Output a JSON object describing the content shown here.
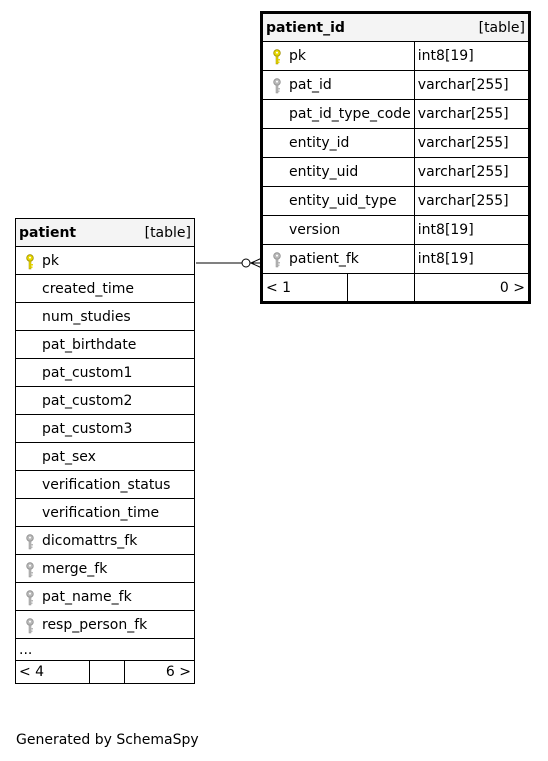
{
  "patient": {
    "name": "patient",
    "type_label": "[table]",
    "columns": [
      {
        "name": "pk",
        "key": "primary"
      },
      {
        "name": "created_time",
        "key": "none"
      },
      {
        "name": "num_studies",
        "key": "none"
      },
      {
        "name": "pat_birthdate",
        "key": "none"
      },
      {
        "name": "pat_custom1",
        "key": "none"
      },
      {
        "name": "pat_custom2",
        "key": "none"
      },
      {
        "name": "pat_custom3",
        "key": "none"
      },
      {
        "name": "pat_sex",
        "key": "none"
      },
      {
        "name": "verification_status",
        "key": "none"
      },
      {
        "name": "verification_time",
        "key": "none"
      },
      {
        "name": "dicomattrs_fk",
        "key": "foreign"
      },
      {
        "name": "merge_fk",
        "key": "foreign"
      },
      {
        "name": "pat_name_fk",
        "key": "foreign"
      },
      {
        "name": "resp_person_fk",
        "key": "foreign"
      }
    ],
    "more": "...",
    "nav_left": "< 4",
    "nav_right": "6 >"
  },
  "patient_id": {
    "name": "patient_id",
    "type_label": "[table]",
    "columns": [
      {
        "name": "pk",
        "type": "int8[19]",
        "key": "primary"
      },
      {
        "name": "pat_id",
        "type": "varchar[255]",
        "key": "foreign"
      },
      {
        "name": "pat_id_type_code",
        "type": "varchar[255]",
        "key": "none"
      },
      {
        "name": "entity_id",
        "type": "varchar[255]",
        "key": "none"
      },
      {
        "name": "entity_uid",
        "type": "varchar[255]",
        "key": "none"
      },
      {
        "name": "entity_uid_type",
        "type": "varchar[255]",
        "key": "none"
      },
      {
        "name": "version",
        "type": "int8[19]",
        "key": "none"
      },
      {
        "name": "patient_fk",
        "type": "int8[19]",
        "key": "foreign"
      }
    ],
    "nav_left": "< 1",
    "nav_right": "0 >"
  },
  "footer": "Generated by SchemaSpy",
  "colors": {
    "primary_key": "#e8d800",
    "foreign_key": "#b8b8b8",
    "header_bg": "#f4f4f4"
  }
}
